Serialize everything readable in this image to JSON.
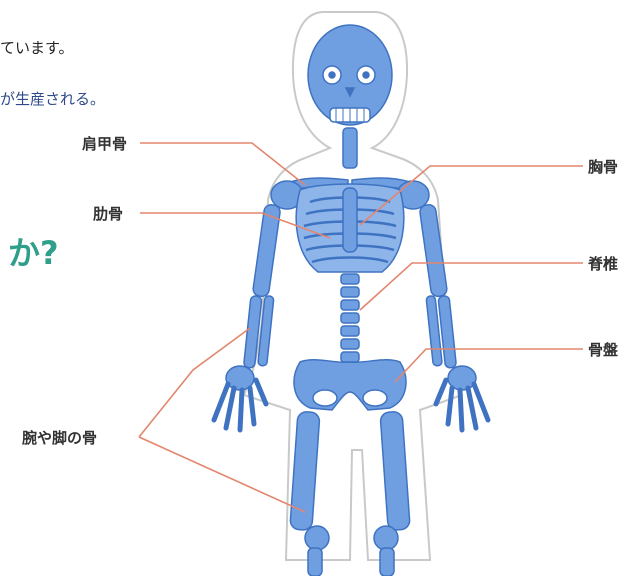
{
  "intro": {
    "line1": "ています。",
    "line2": "が生産される。",
    "question": "か?"
  },
  "labels": {
    "scapula": "肩甲骨",
    "ribs": "肋骨",
    "limbs": "腕や脚の骨",
    "sternum": "胸骨",
    "spine": "脊椎",
    "pelvis": "骨盤"
  },
  "colors": {
    "bone": "#6f9fe0",
    "bone_dark": "#3f73c2",
    "outline": "#c9c9c9",
    "leader": "#e3866e"
  }
}
